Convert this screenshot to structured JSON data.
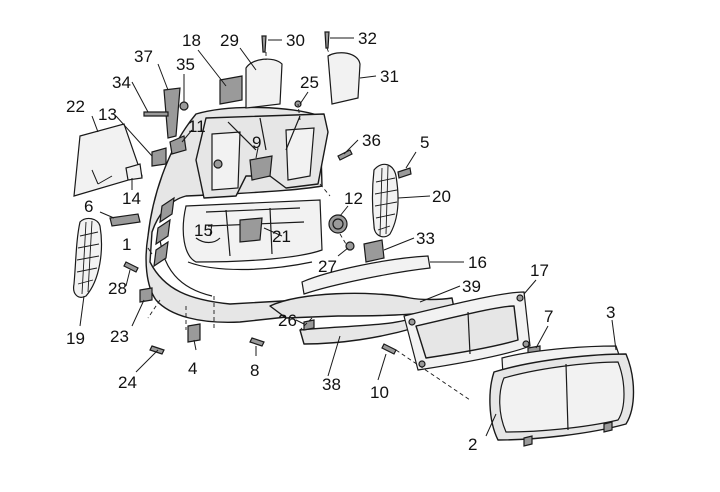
{
  "diagram": {
    "callouts": [
      {
        "id": "c1",
        "text": "1"
      },
      {
        "id": "c2",
        "text": "2"
      },
      {
        "id": "c3",
        "text": "3"
      },
      {
        "id": "c4",
        "text": "4"
      },
      {
        "id": "c5",
        "text": "5"
      },
      {
        "id": "c6",
        "text": "6"
      },
      {
        "id": "c7",
        "text": "7"
      },
      {
        "id": "c8",
        "text": "8"
      },
      {
        "id": "c9",
        "text": "9"
      },
      {
        "id": "c10",
        "text": "10"
      },
      {
        "id": "c11",
        "text": "11"
      },
      {
        "id": "c12",
        "text": "12"
      },
      {
        "id": "c13",
        "text": "13"
      },
      {
        "id": "c14",
        "text": "14"
      },
      {
        "id": "c15",
        "text": "15"
      },
      {
        "id": "c16",
        "text": "16"
      },
      {
        "id": "c17",
        "text": "17"
      },
      {
        "id": "c18",
        "text": "18"
      },
      {
        "id": "c19",
        "text": "19"
      },
      {
        "id": "c20",
        "text": "20"
      },
      {
        "id": "c21",
        "text": "21"
      },
      {
        "id": "c22",
        "text": "22"
      },
      {
        "id": "c23",
        "text": "23"
      },
      {
        "id": "c24",
        "text": "24"
      },
      {
        "id": "c25",
        "text": "25"
      },
      {
        "id": "c26",
        "text": "26"
      },
      {
        "id": "c27",
        "text": "27"
      },
      {
        "id": "c28",
        "text": "28"
      },
      {
        "id": "c29",
        "text": "29"
      },
      {
        "id": "c30",
        "text": "30"
      },
      {
        "id": "c31",
        "text": "31"
      },
      {
        "id": "c32",
        "text": "32"
      },
      {
        "id": "c33",
        "text": "33"
      },
      {
        "id": "c34",
        "text": "34"
      },
      {
        "id": "c35",
        "text": "35"
      },
      {
        "id": "c36",
        "text": "36"
      },
      {
        "id": "c37",
        "text": "37"
      },
      {
        "id": "c38",
        "text": "38"
      },
      {
        "id": "c39",
        "text": "39"
      }
    ]
  }
}
